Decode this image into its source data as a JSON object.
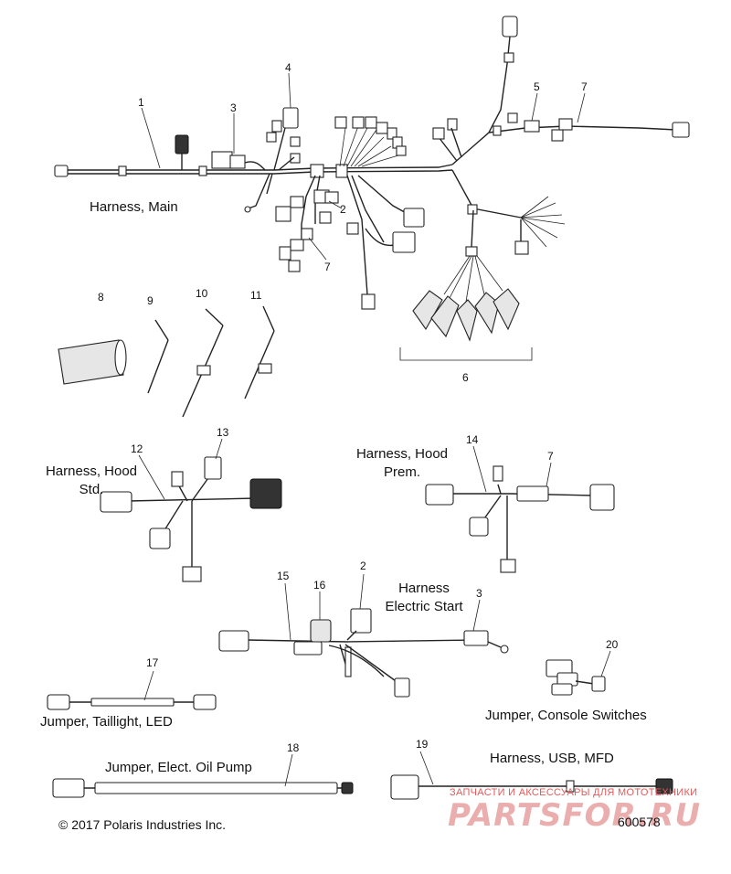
{
  "labels": {
    "harness_main": "Harness, Main",
    "harness_hood_std_1": "Harness, Hood",
    "harness_hood_std_2": "Std.",
    "harness_hood_prem_1": "Harness, Hood",
    "harness_hood_prem_2": "Prem.",
    "harness_electric_start_1": "Harness",
    "harness_electric_start_2": "Electric Start",
    "jumper_console_switches": "Jumper, Console Switches",
    "jumper_taillight_led": "Jumper, Taillight, LED",
    "jumper_elect_oil_pump": "Jumper, Elect. Oil Pump",
    "harness_usb_mfd": "Harness, USB, MFD"
  },
  "callouts": {
    "c1": "1",
    "c2": "2",
    "c3": "3",
    "c4": "4",
    "c5": "5",
    "c6": "6",
    "c7": "7",
    "c8": "8",
    "c9": "9",
    "c10": "10",
    "c11": "11",
    "c12": "12",
    "c13": "13",
    "c14": "14",
    "c7b": "7",
    "c15": "15",
    "c16": "16",
    "c2b": "2",
    "c3b": "3",
    "c17": "17",
    "c18": "18",
    "c19": "19",
    "c20": "20",
    "c7c": "7"
  },
  "footer": {
    "copyright": "© 2017 Polaris Industries Inc.",
    "figure_number": "600578"
  },
  "watermark": {
    "tagline": "ЗАПЧАСТИ И АКСЕССУАРЫ ДЛЯ МОТОТЕХНИКИ",
    "brand": "PARTSFOR.RU"
  }
}
